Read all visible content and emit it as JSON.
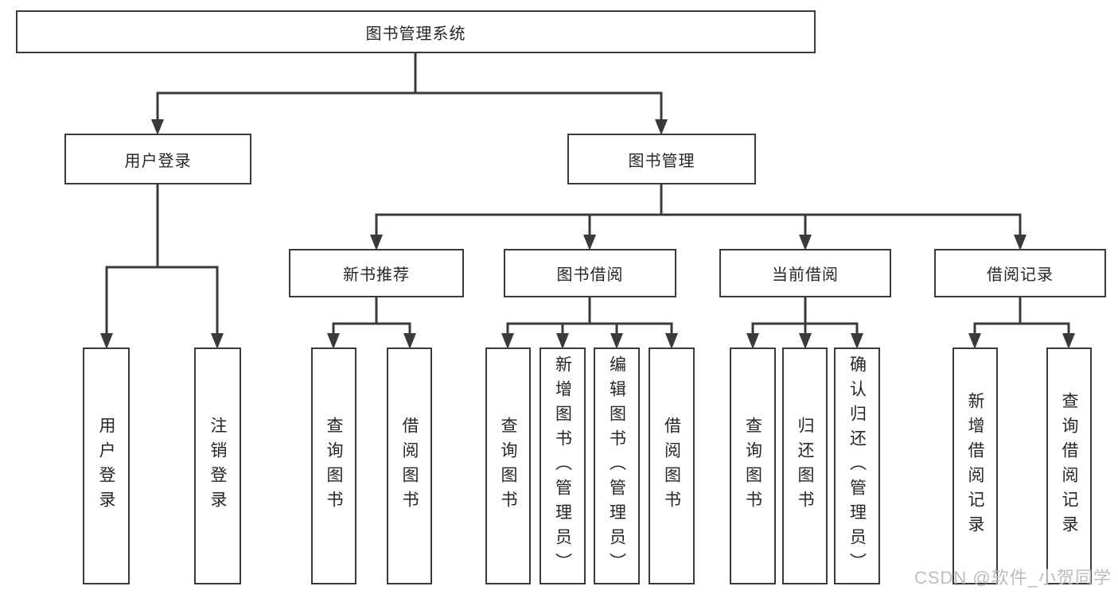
{
  "tree": {
    "root": {
      "label": "图书管理系统",
      "children": [
        {
          "label": "用户登录",
          "children": [
            {
              "label": "用户登录"
            },
            {
              "label": "注销登录"
            }
          ]
        },
        {
          "label": "图书管理",
          "children": [
            {
              "label": "新书推荐",
              "children": [
                {
                  "label": "查询图书"
                },
                {
                  "label": "借阅图书"
                }
              ]
            },
            {
              "label": "图书借阅",
              "children": [
                {
                  "label": "查询图书"
                },
                {
                  "label": "新增图书（管理员）"
                },
                {
                  "label": "编辑图书（管理员）"
                },
                {
                  "label": "借阅图书"
                }
              ]
            },
            {
              "label": "当前借阅",
              "children": [
                {
                  "label": "查询图书"
                },
                {
                  "label": "归还图书"
                },
                {
                  "label": "确认归还（管理员）"
                }
              ]
            },
            {
              "label": "借阅记录",
              "children": [
                {
                  "label": "新增借阅记录"
                },
                {
                  "label": "查询借阅记录"
                }
              ]
            }
          ]
        }
      ]
    }
  },
  "watermark": "CSDN @软件_小贺同学",
  "colors": {
    "line": "#3a3a3a",
    "text": "#262626",
    "watermark": "#bcbcbc",
    "background": "#ffffff"
  }
}
